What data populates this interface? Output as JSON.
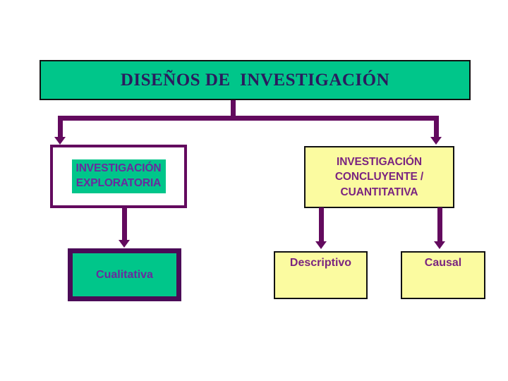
{
  "diagram": {
    "title": "DISEÑOS DE  INVESTIGACIÓN",
    "colors": {
      "teal": "#00C68A",
      "yellow": "#FBFBA0",
      "purple_line": "#630A5E",
      "purple_text": "#7A2480",
      "title_text": "#2B1B5E",
      "border_black": "#111111"
    },
    "nodes": {
      "root": {
        "label": "DISEÑOS DE  INVESTIGACIÓN"
      },
      "exploratoria": {
        "label": "INVESTIGACIÓN\nEXPLORATORIA"
      },
      "concluyente": {
        "label": "INVESTIGACIÓN\nCONCLUYENTE /\nCUANTITATIVA"
      },
      "cualitativa": {
        "label": "Cualitativa"
      },
      "descriptivo": {
        "label": "Descriptivo"
      },
      "causal": {
        "label": "Causal"
      }
    },
    "edges": [
      {
        "from": "root",
        "to": "exploratoria"
      },
      {
        "from": "root",
        "to": "concluyente"
      },
      {
        "from": "exploratoria",
        "to": "cualitativa"
      },
      {
        "from": "concluyente",
        "to": "descriptivo"
      },
      {
        "from": "concluyente",
        "to": "causal"
      }
    ]
  }
}
